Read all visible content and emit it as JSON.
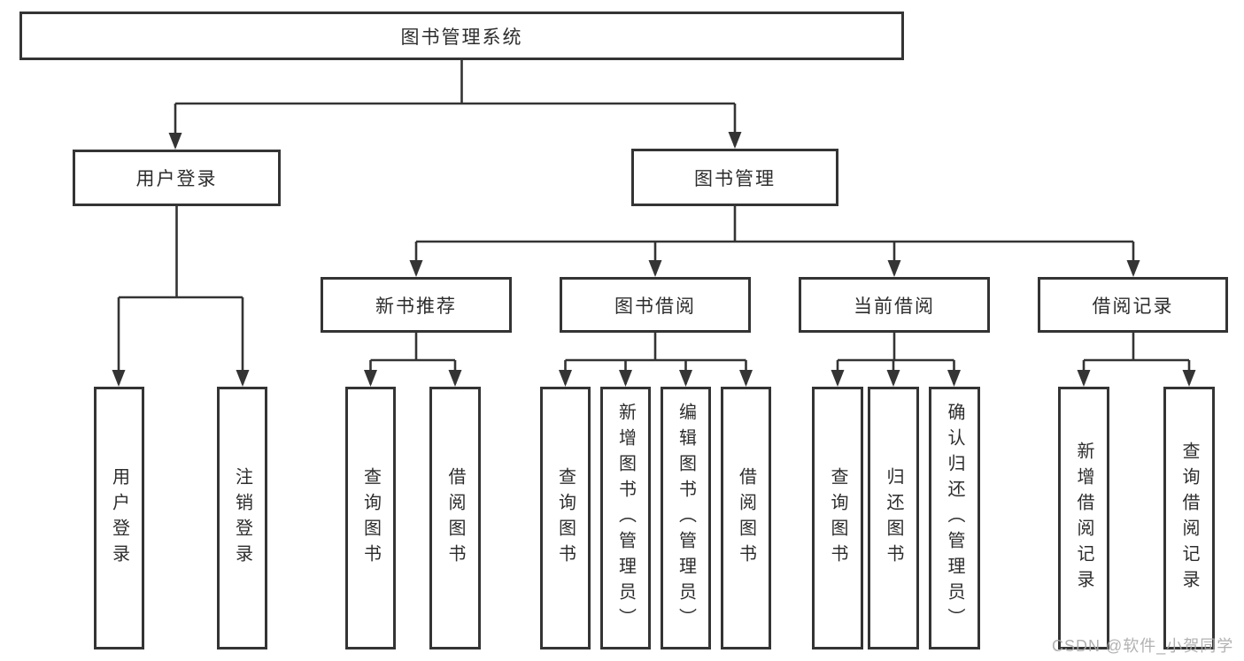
{
  "diagram": {
    "title": "图书管理系统",
    "nodes": {
      "root": {
        "label": "图书管理系统"
      },
      "user_login": {
        "label": "用户登录"
      },
      "book_mgmt": {
        "label": "图书管理"
      },
      "new_book_rec": {
        "label": "新书推荐"
      },
      "book_borrow": {
        "label": "图书借阅"
      },
      "current_borrow": {
        "label": "当前借阅"
      },
      "borrow_records": {
        "label": "借阅记录"
      },
      "leaf_user_login": {
        "label": "用户登录"
      },
      "leaf_logout": {
        "label": "注销登录"
      },
      "leaf_rec_query_book": {
        "label": "查询图书"
      },
      "leaf_rec_borrow_book": {
        "label": "借阅图书"
      },
      "leaf_bb_query_book": {
        "label": "查询图书"
      },
      "leaf_bb_add_book": {
        "label": "新增图书（管理员）"
      },
      "leaf_bb_edit_book": {
        "label": "编辑图书（管理员）"
      },
      "leaf_bb_borrow_book": {
        "label": "借阅图书"
      },
      "leaf_cb_query_book": {
        "label": "查询图书"
      },
      "leaf_cb_return_book": {
        "label": "归还图书"
      },
      "leaf_cb_confirm_return": {
        "label": "确认归还（管理员）"
      },
      "leaf_br_add_record": {
        "label": "新增借阅记录"
      },
      "leaf_br_query_record": {
        "label": "查询借阅记录"
      }
    },
    "edges": [
      [
        "root",
        "user_login"
      ],
      [
        "root",
        "book_mgmt"
      ],
      [
        "user_login",
        "leaf_user_login"
      ],
      [
        "user_login",
        "leaf_logout"
      ],
      [
        "book_mgmt",
        "new_book_rec"
      ],
      [
        "book_mgmt",
        "book_borrow"
      ],
      [
        "book_mgmt",
        "current_borrow"
      ],
      [
        "book_mgmt",
        "borrow_records"
      ],
      [
        "new_book_rec",
        "leaf_rec_query_book"
      ],
      [
        "new_book_rec",
        "leaf_rec_borrow_book"
      ],
      [
        "book_borrow",
        "leaf_bb_query_book"
      ],
      [
        "book_borrow",
        "leaf_bb_add_book"
      ],
      [
        "book_borrow",
        "leaf_bb_edit_book"
      ],
      [
        "book_borrow",
        "leaf_bb_borrow_book"
      ],
      [
        "current_borrow",
        "leaf_cb_query_book"
      ],
      [
        "current_borrow",
        "leaf_cb_return_book"
      ],
      [
        "current_borrow",
        "leaf_cb_confirm_return"
      ],
      [
        "borrow_records",
        "leaf_br_add_record"
      ],
      [
        "borrow_records",
        "leaf_br_query_record"
      ]
    ]
  },
  "watermark": {
    "text": "CSDN @软件_小贺同学"
  },
  "colors": {
    "line": "#343434",
    "box_border": "#343434",
    "box_background": "#ffffff",
    "text": "#2d2d2d",
    "watermark": "#ababab"
  }
}
